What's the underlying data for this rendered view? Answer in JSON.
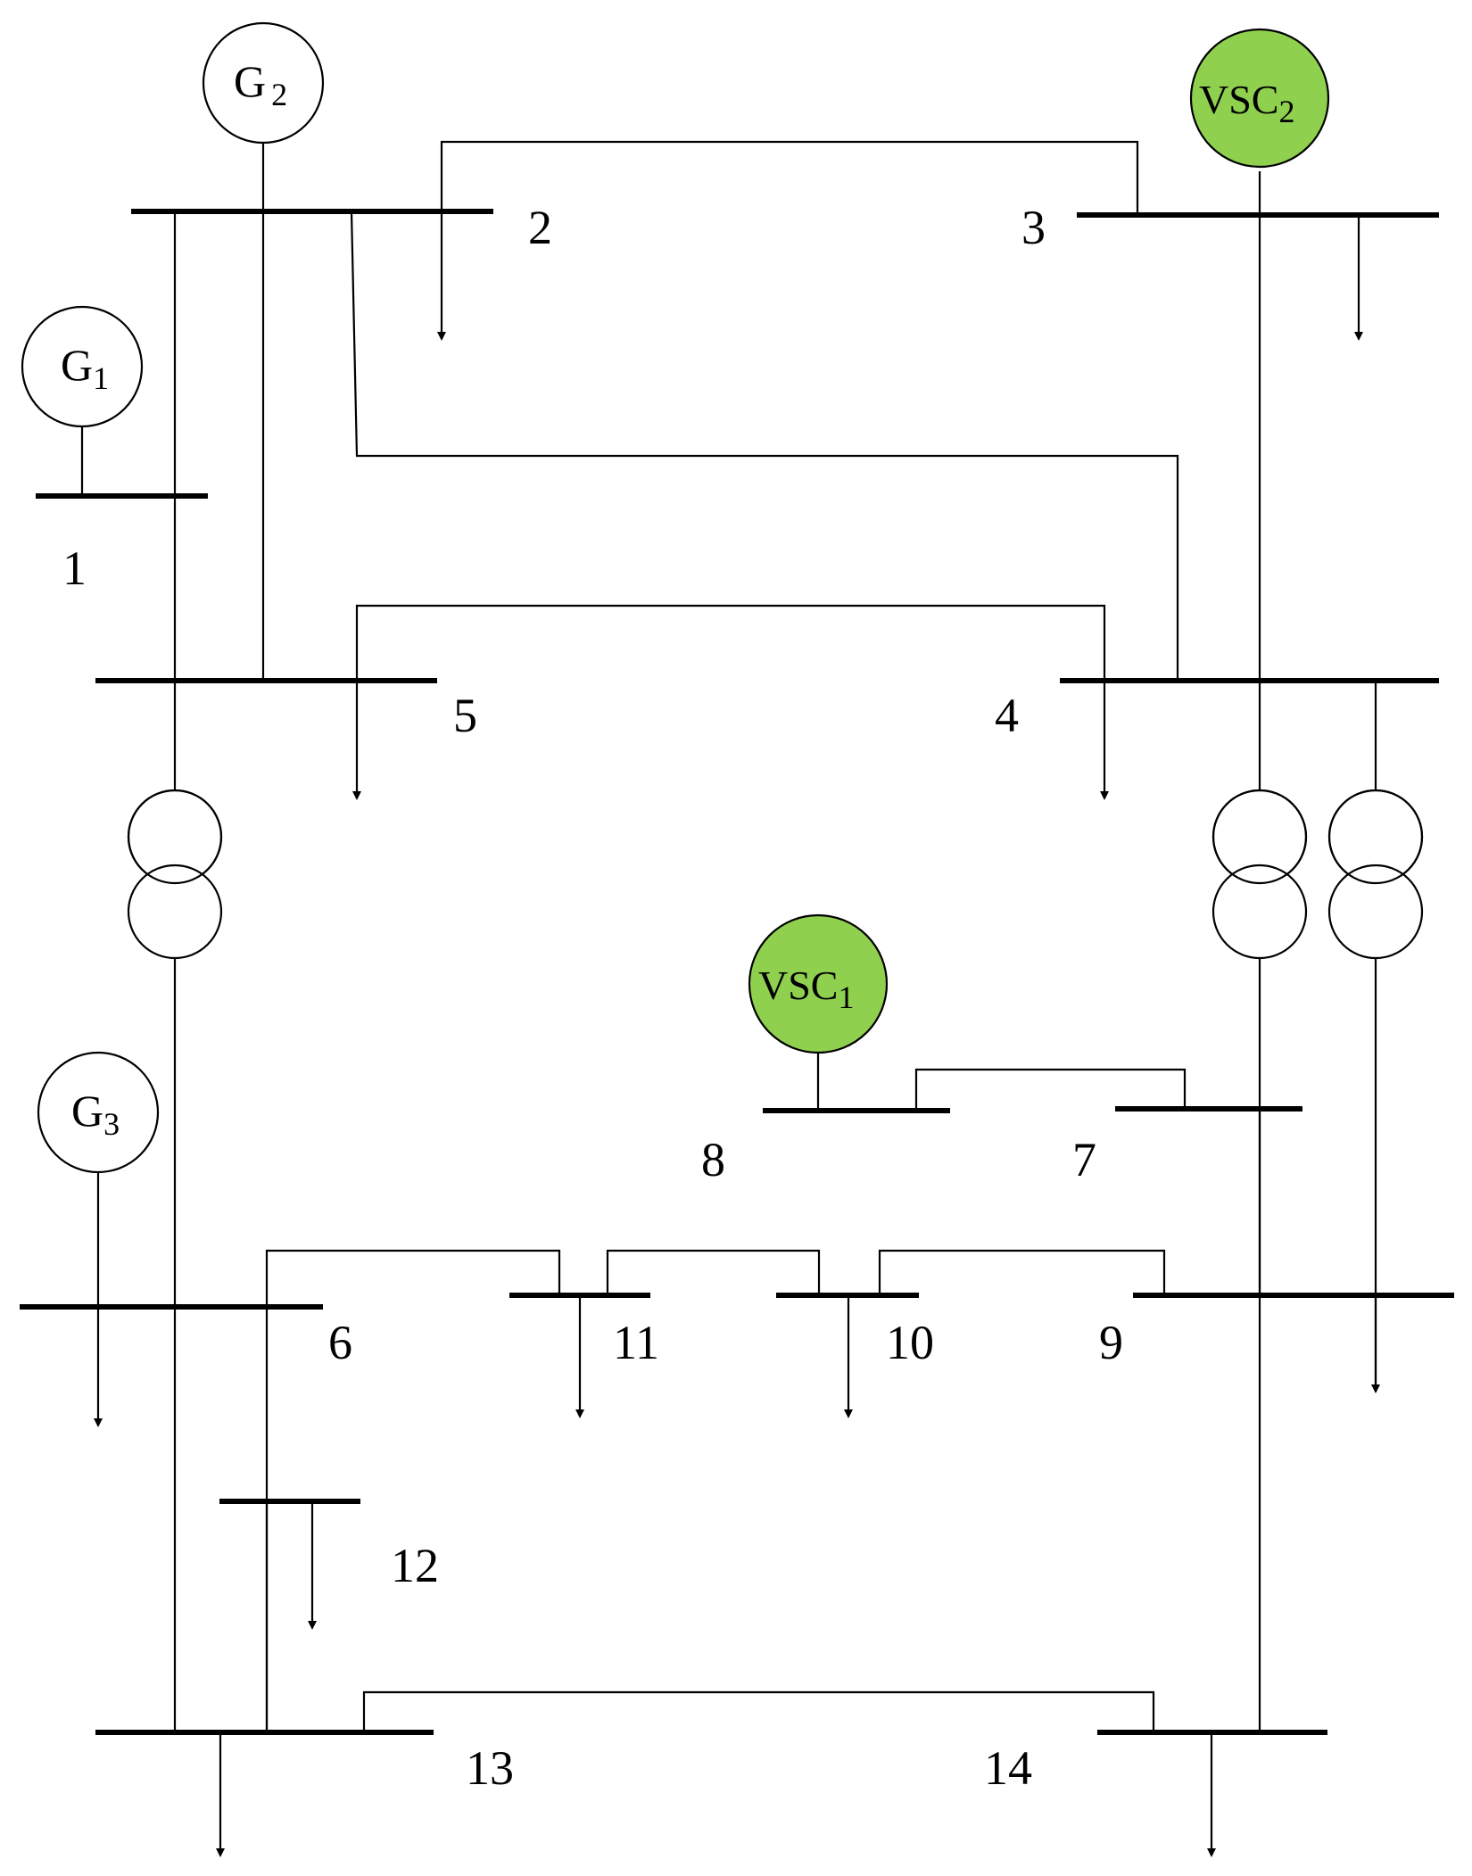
{
  "buses": [
    {
      "id": "1",
      "label": "1"
    },
    {
      "id": "2",
      "label": "2"
    },
    {
      "id": "3",
      "label": "3"
    },
    {
      "id": "4",
      "label": "4"
    },
    {
      "id": "5",
      "label": "5"
    },
    {
      "id": "6",
      "label": "6"
    },
    {
      "id": "7",
      "label": "7"
    },
    {
      "id": "8",
      "label": "8"
    },
    {
      "id": "9",
      "label": "9"
    },
    {
      "id": "10",
      "label": "10"
    },
    {
      "id": "11",
      "label": "11"
    },
    {
      "id": "12",
      "label": "12"
    },
    {
      "id": "13",
      "label": "13"
    },
    {
      "id": "14",
      "label": "14"
    }
  ],
  "generators": [
    {
      "id": "G1",
      "base": "G",
      "sub": "1"
    },
    {
      "id": "G2",
      "base": "G",
      "sub": "2"
    },
    {
      "id": "G3",
      "base": "G",
      "sub": "3"
    }
  ],
  "converters": [
    {
      "id": "VSC1",
      "base": "VSC",
      "sub": "1"
    },
    {
      "id": "VSC2",
      "base": "VSC",
      "sub": "2"
    }
  ],
  "colors": {
    "vsc_fill": "#8fd14f",
    "line": "#000000",
    "background": "#ffffff"
  }
}
